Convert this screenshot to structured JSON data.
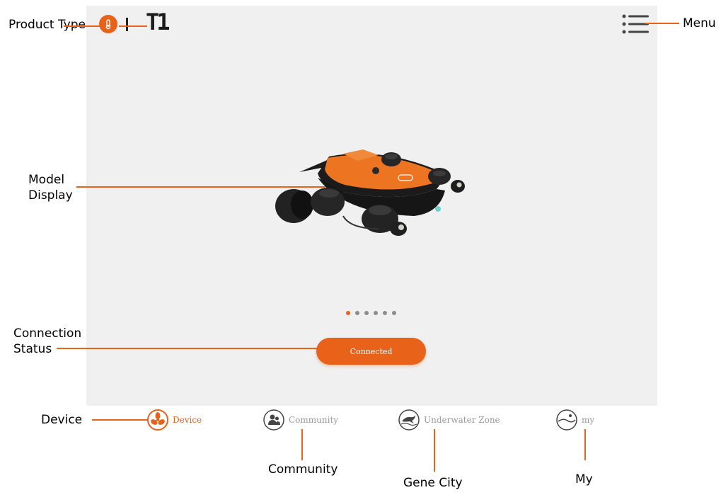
{
  "header": {
    "model_name": "T1"
  },
  "connection": {
    "status_label": "Connected"
  },
  "carousel": {
    "page_count": 6,
    "active_index": 0
  },
  "nav": {
    "items": [
      {
        "label": "Device",
        "icon": "device-icon",
        "active": true
      },
      {
        "label": "Community",
        "icon": "community-icon",
        "active": false
      },
      {
        "label": "Underwater Zone",
        "icon": "underwater-zone-icon",
        "active": false
      },
      {
        "label": "my",
        "icon": "my-icon",
        "active": false
      }
    ]
  },
  "annotations": {
    "product_type": "Product Type",
    "menu": "Menu",
    "model_display": "Model Display",
    "connection_status": "Connection Status",
    "device": "Device",
    "community": "Community",
    "gene_city": "Gene City",
    "my": "My"
  },
  "colors": {
    "accent": "#e8621a",
    "screen_bg": "#f0f0f0",
    "inactive_text": "#9a9a9a"
  }
}
